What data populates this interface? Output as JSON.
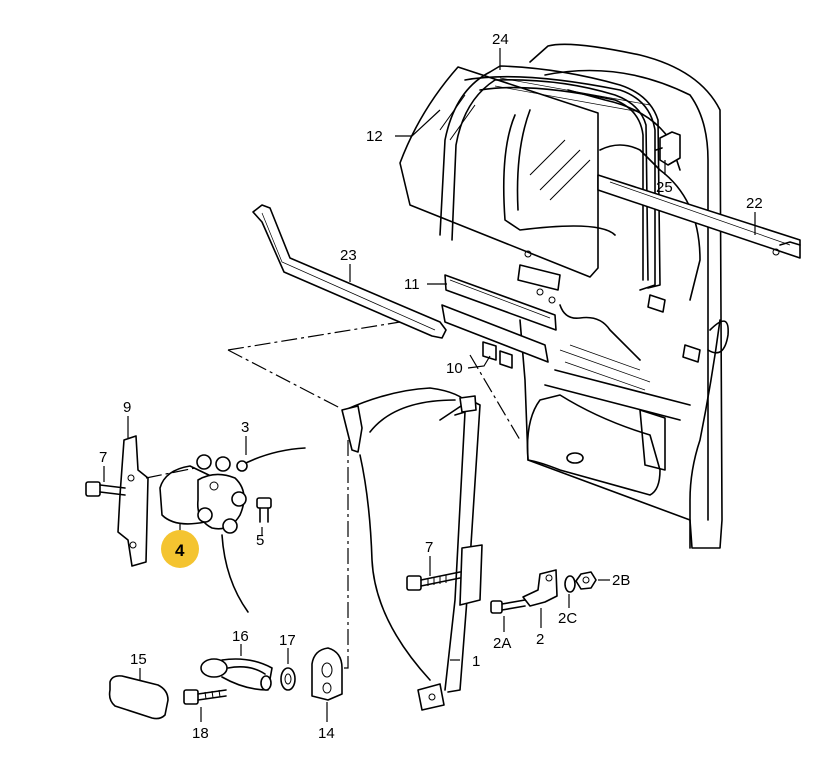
{
  "labels": {
    "c1": "1",
    "c2": "2",
    "c2A": "2A",
    "c2B": "2B",
    "c2C": "2C",
    "c3": "3",
    "c4": "4",
    "c5": "5",
    "c7a": "7",
    "c7b": "7",
    "c9": "9",
    "c10": "10",
    "c11": "11",
    "c12": "12",
    "c14": "14",
    "c15": "15",
    "c16": "16",
    "c17": "17",
    "c18": "18",
    "c22": "22",
    "c23": "23",
    "c24": "24",
    "c25": "25"
  },
  "highlight": {
    "callout": "4",
    "color": "#f4c430"
  }
}
